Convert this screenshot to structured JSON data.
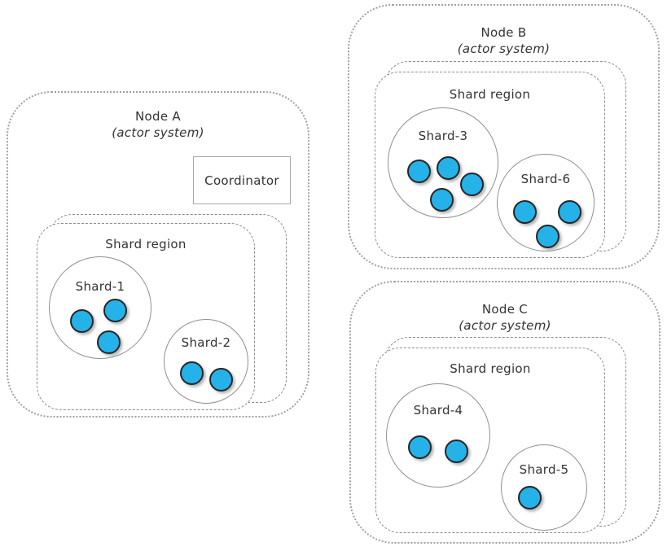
{
  "colors": {
    "background": "#ffffff",
    "actor": "#25b2e8",
    "line": "#8c8c8c",
    "text": "#333333"
  },
  "nodes": [
    {
      "title": "Node A",
      "subtitle": "(actor system)",
      "coordinator_label": "Coordinator",
      "region_label": "Shard region",
      "shards": [
        {
          "label": "Shard-1",
          "actors": 3
        },
        {
          "label": "Shard-2",
          "actors": 2
        }
      ]
    },
    {
      "title": "Node B",
      "subtitle": "(actor system)",
      "region_label": "Shard region",
      "shards": [
        {
          "label": "Shard-3",
          "actors": 4
        },
        {
          "label": "Shard-6",
          "actors": 3
        }
      ]
    },
    {
      "title": "Node C",
      "subtitle": "(actor system)",
      "region_label": "Shard region",
      "shards": [
        {
          "label": "Shard-4",
          "actors": 2
        },
        {
          "label": "Shard-5",
          "actors": 1
        }
      ]
    }
  ]
}
